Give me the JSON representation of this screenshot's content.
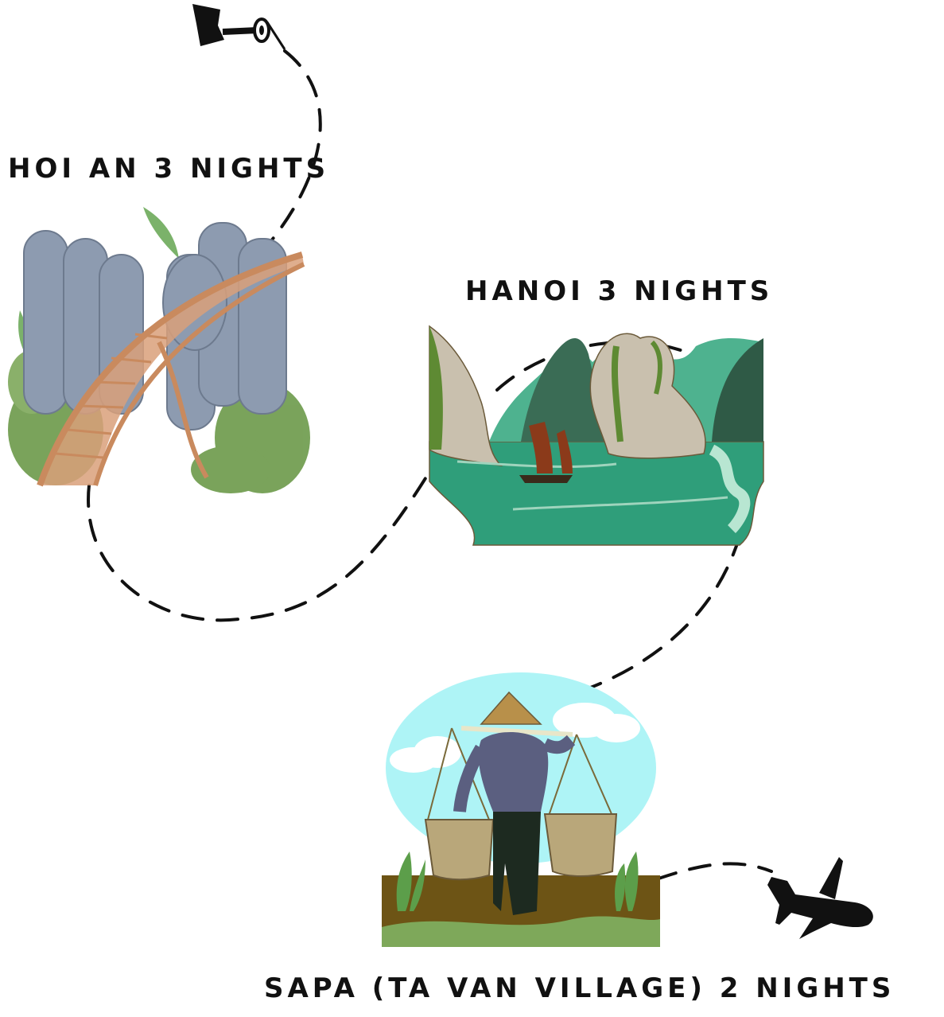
{
  "stops": [
    {
      "label": "HOI AN 3 NIGHTS",
      "icon": "golden-bridge-hands-illustration"
    },
    {
      "label": "HANOI 3 NIGHTS",
      "icon": "halong-bay-junk-boat-illustration"
    },
    {
      "label": "SAPA (TA VAN VILLAGE) 2 NIGHTS",
      "icon": "farmer-carrying-baskets-illustration"
    }
  ],
  "start_icon": "flag-marker-icon",
  "end_icon": "airplane-icon",
  "colors": {
    "route": "#111111",
    "water": "#2f9e7a",
    "rock": "#c9c0ae",
    "sky": "#aef4f6",
    "shirt": "#5b5f80",
    "basket": "#b9a77a",
    "bridge": "#c98a5e",
    "hands": "#8d9bb0",
    "foliage": "#6c9a4a"
  }
}
